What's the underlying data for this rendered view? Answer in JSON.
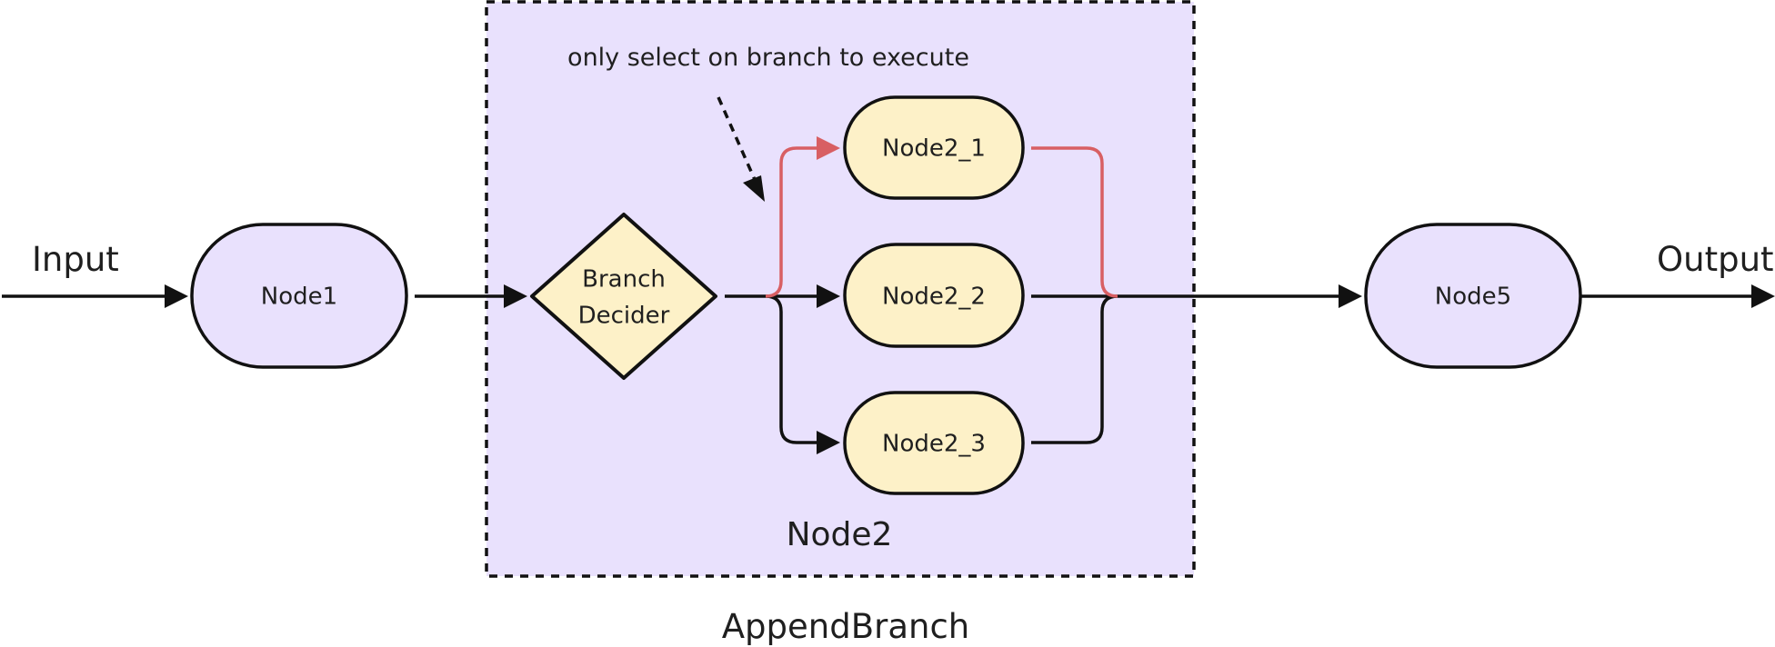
{
  "diagram": {
    "input_label": "Input",
    "output_label": "Output",
    "note": "only select on branch to execute",
    "group_label": "Node2",
    "caption": "AppendBranch",
    "nodes": {
      "node1": "Node1",
      "decider_line1": "Branch",
      "decider_line2": "Decider",
      "node2_1": "Node2_1",
      "node2_2": "Node2_2",
      "node2_3": "Node2_3",
      "node5": "Node5"
    },
    "colors": {
      "group_fill": "#e9e1fd",
      "outer_node_fill": "#e9e1fd",
      "inner_node_fill": "#fdf1c8",
      "selected_path": "#d85f63",
      "stroke": "#111111"
    }
  }
}
